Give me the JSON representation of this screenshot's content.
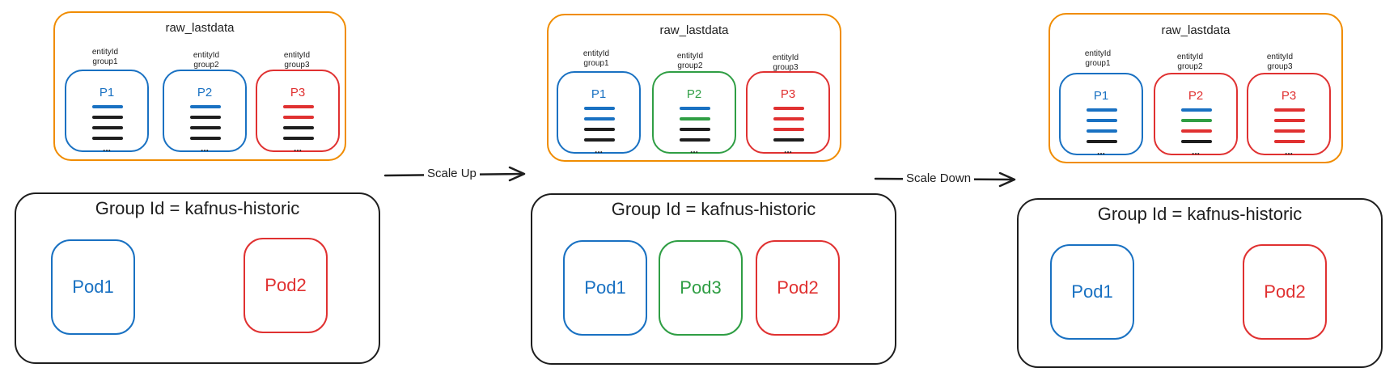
{
  "colors": {
    "blue": "#1971c2",
    "green": "#2f9e44",
    "red": "#e03131",
    "orange": "#f08c00",
    "black": "#1e1e1e"
  },
  "topic_name": "raw_lastdata",
  "entity_label": "entityId",
  "group_title": "Group Id = kafnus-historic",
  "ellipsis": "...",
  "transitions": [
    {
      "label": "Scale Up"
    },
    {
      "label": "Scale Down"
    }
  ],
  "panels": [
    {
      "partitions": [
        {
          "label": "P1",
          "entity_group": "group1",
          "color": "blue",
          "lines": [
            "blue",
            "black",
            "black",
            "black"
          ]
        },
        {
          "label": "P2",
          "entity_group": "group2",
          "color": "blue",
          "lines": [
            "blue",
            "black",
            "black",
            "black"
          ]
        },
        {
          "label": "P3",
          "entity_group": "group3",
          "color": "red",
          "lines": [
            "red",
            "red",
            "black",
            "black"
          ]
        }
      ],
      "pods": [
        {
          "label": "Pod1",
          "color": "blue"
        },
        {
          "label": "Pod2",
          "color": "red"
        }
      ]
    },
    {
      "partitions": [
        {
          "label": "P1",
          "entity_group": "group1",
          "color": "blue",
          "lines": [
            "blue",
            "blue",
            "black",
            "black"
          ]
        },
        {
          "label": "P2",
          "entity_group": "group2",
          "color": "green",
          "lines": [
            "blue",
            "green",
            "black",
            "black"
          ]
        },
        {
          "label": "P3",
          "entity_group": "group3",
          "color": "red",
          "lines": [
            "red",
            "red",
            "red",
            "black"
          ]
        }
      ],
      "pods": [
        {
          "label": "Pod1",
          "color": "blue"
        },
        {
          "label": "Pod3",
          "color": "green"
        },
        {
          "label": "Pod2",
          "color": "red"
        }
      ]
    },
    {
      "partitions": [
        {
          "label": "P1",
          "entity_group": "group1",
          "color": "blue",
          "lines": [
            "blue",
            "blue",
            "blue",
            "black"
          ]
        },
        {
          "label": "P2",
          "entity_group": "group2",
          "color": "red",
          "lines": [
            "blue",
            "green",
            "red",
            "black"
          ]
        },
        {
          "label": "P3",
          "entity_group": "group3",
          "color": "red",
          "lines": [
            "red",
            "red",
            "red",
            "red"
          ]
        }
      ],
      "pods": [
        {
          "label": "Pod1",
          "color": "blue"
        },
        {
          "label": "Pod2",
          "color": "red"
        }
      ]
    }
  ]
}
